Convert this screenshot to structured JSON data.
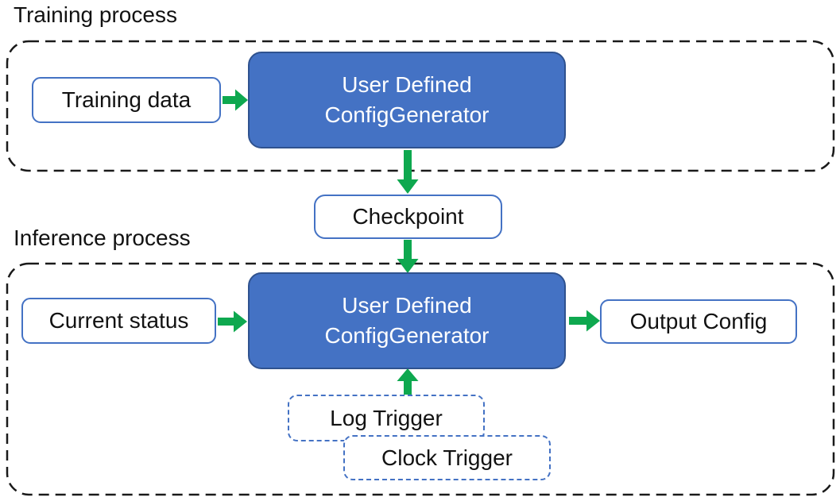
{
  "diagram": {
    "training": {
      "label": "Training process",
      "input_box": "Training data",
      "generator_line1": "User Defined",
      "generator_line2": "ConfigGenerator"
    },
    "checkpoint": "Checkpoint",
    "inference": {
      "label": "Inference process",
      "input_box": "Current status",
      "generator_line1": "User Defined",
      "generator_line2": "ConfigGenerator",
      "output_box": "Output Config",
      "log_trigger": "Log Trigger",
      "clock_trigger": "Clock Trigger"
    },
    "colors": {
      "node_fill": "#4472c4",
      "node_border": "#2f528f",
      "io_box_border": "#4472c4",
      "arrow_green": "#0ea84f",
      "container_dash": "#1a1a1a",
      "node_text": "#ffffff",
      "text": "#121212"
    }
  }
}
